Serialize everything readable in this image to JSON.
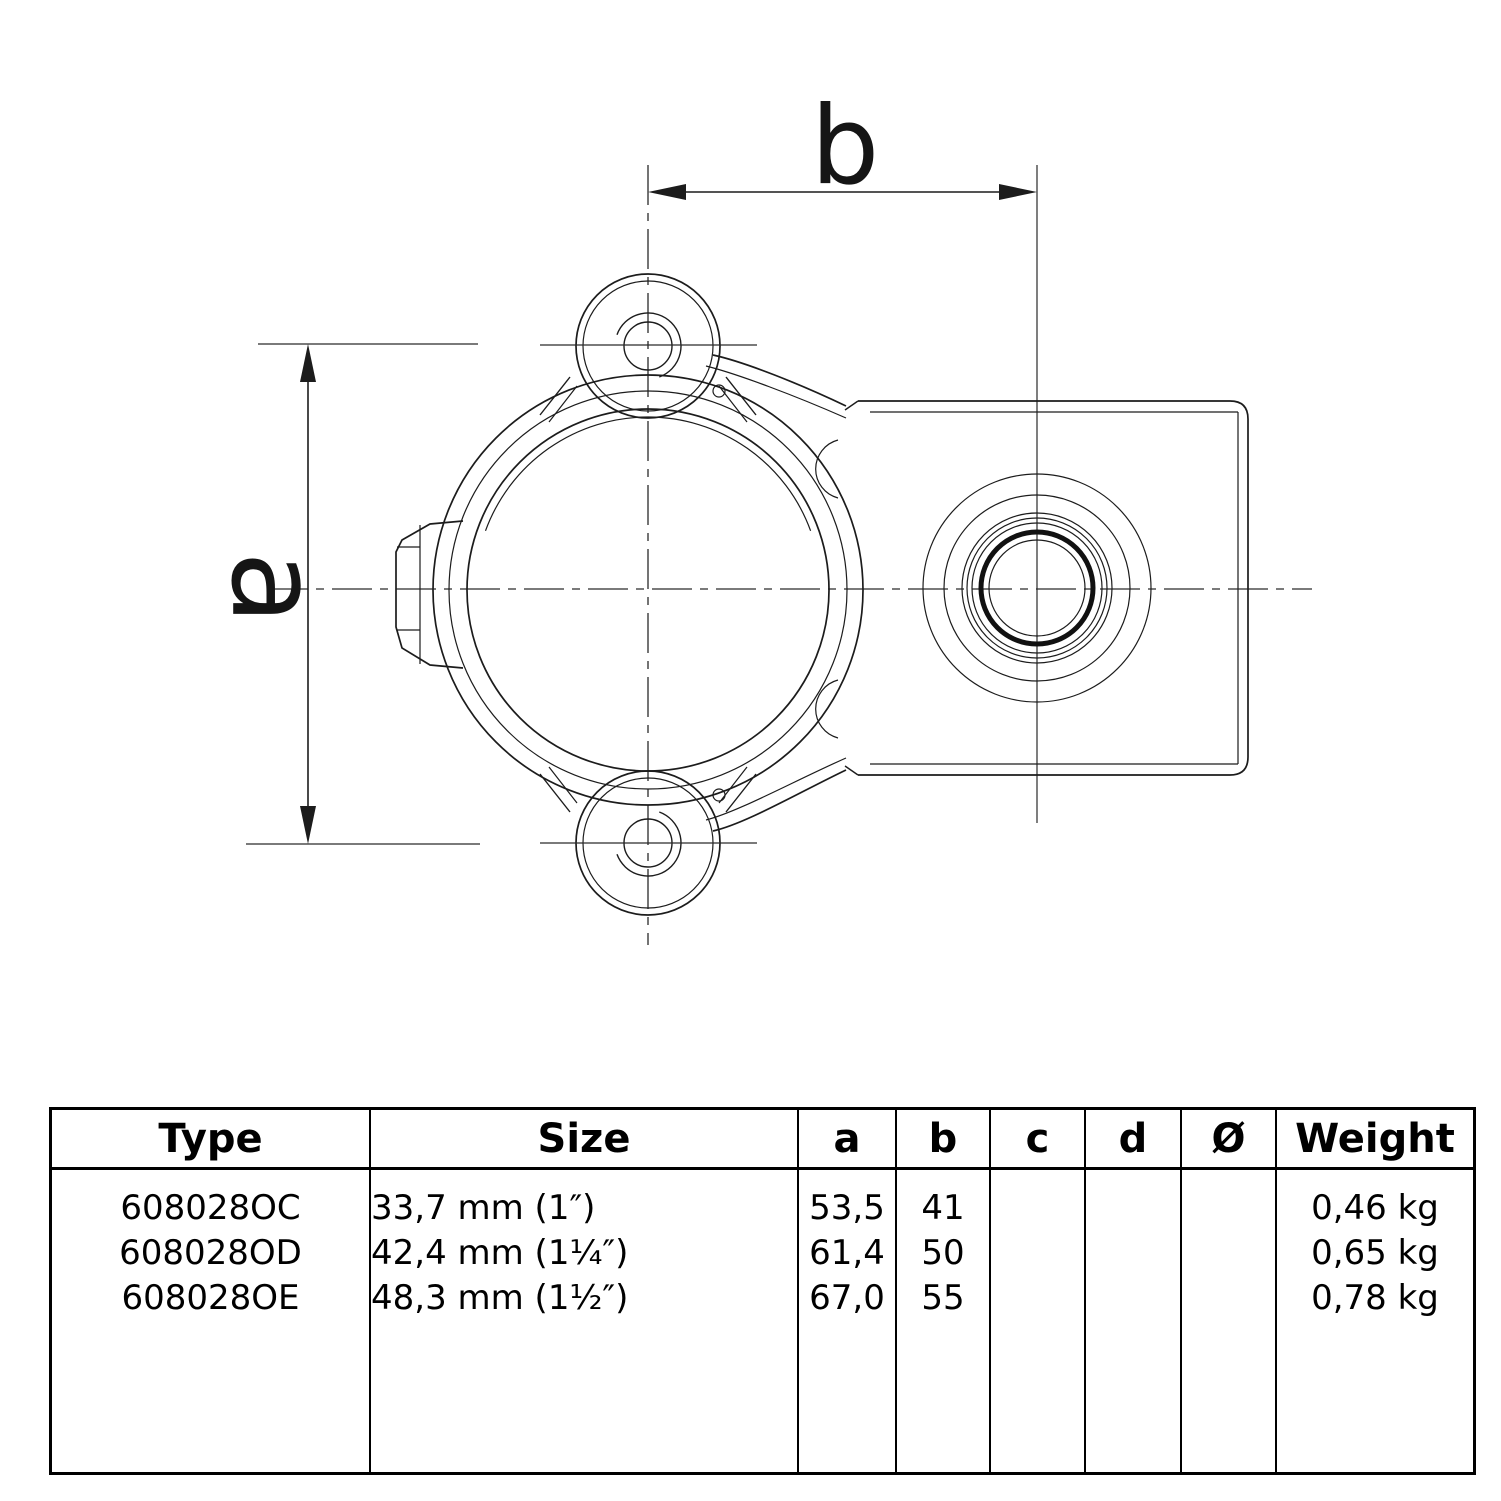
{
  "page": {
    "background": "#ffffff",
    "line_color": "#1c1c1c"
  },
  "drawing": {
    "dim_a_label": "a",
    "dim_b_label": "b"
  },
  "table": {
    "columns": [
      {
        "key": "type",
        "label": "Type"
      },
      {
        "key": "size",
        "label": "Size"
      },
      {
        "key": "a",
        "label": "a"
      },
      {
        "key": "b",
        "label": "b"
      },
      {
        "key": "c",
        "label": "c"
      },
      {
        "key": "d",
        "label": "d"
      },
      {
        "key": "diameter",
        "label": "Ø"
      },
      {
        "key": "weight",
        "label": "Weight"
      }
    ],
    "rows": [
      {
        "type": "608028OC",
        "size": "33,7 mm (1″)",
        "a": "53,5",
        "b": "41",
        "c": "",
        "d": "",
        "diameter": "",
        "weight": "0,46 kg"
      },
      {
        "type": "608028OD",
        "size": "42,4 mm (1¼″)",
        "a": "61,4",
        "b": "50",
        "c": "",
        "d": "",
        "diameter": "",
        "weight": "0,65 kg"
      },
      {
        "type": "608028OE",
        "size": "48,3 mm (1½″)",
        "a": "67,0",
        "b": "55",
        "c": "",
        "d": "",
        "diameter": "",
        "weight": "0,78 kg"
      }
    ]
  }
}
